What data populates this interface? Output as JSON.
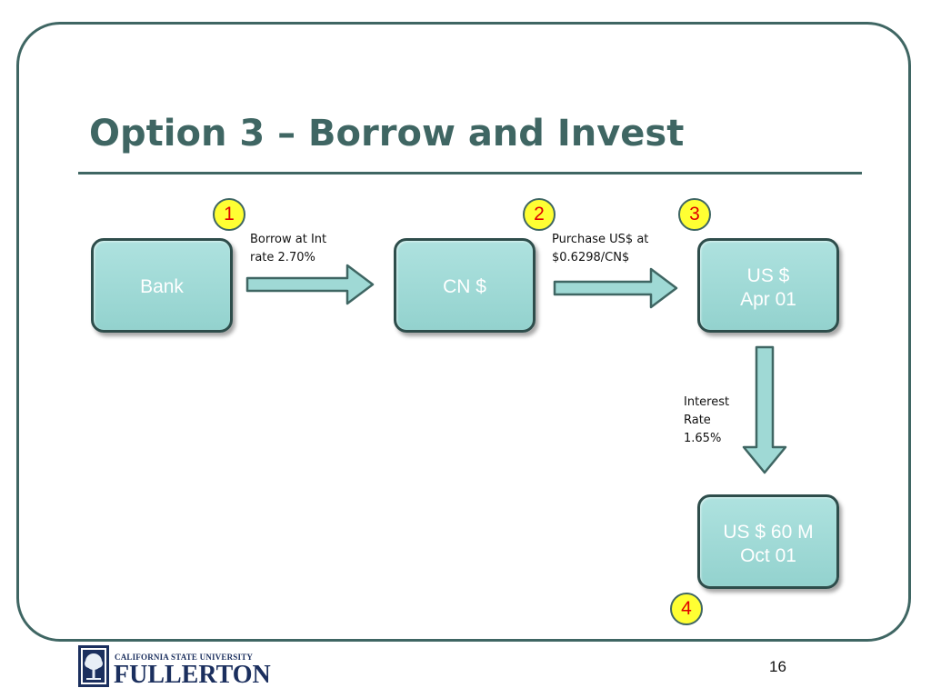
{
  "slide": {
    "title": "Option 3 – Borrow and Invest",
    "page_number": "16"
  },
  "nodes": {
    "bank": {
      "lines": [
        "Bank"
      ]
    },
    "cn": {
      "lines": [
        "CN $"
      ]
    },
    "us_apr": {
      "lines": [
        "US $",
        "Apr 01"
      ]
    },
    "us_oct": {
      "lines": [
        "US $ 60 M",
        "Oct 01"
      ]
    }
  },
  "badges": {
    "step1": "1",
    "step2": "2",
    "step3": "3",
    "step4": "4"
  },
  "notes": {
    "borrow": [
      "Borrow at Int",
      "rate 2.70%"
    ],
    "purchase": [
      "Purchase US$ at",
      "$0.6298/CN$"
    ],
    "interest": [
      "Interest",
      "Rate",
      "1.65%"
    ]
  },
  "logo": {
    "top_text": "CALIFORNIA STATE UNIVERSITY",
    "main_text": "FULLERTON"
  },
  "colors": {
    "accent": "#3f6663",
    "box_fill": "#9fd9d5",
    "badge_fill": "#ffff33",
    "badge_text": "#e00000",
    "logo_navy": "#1b2f5e"
  }
}
